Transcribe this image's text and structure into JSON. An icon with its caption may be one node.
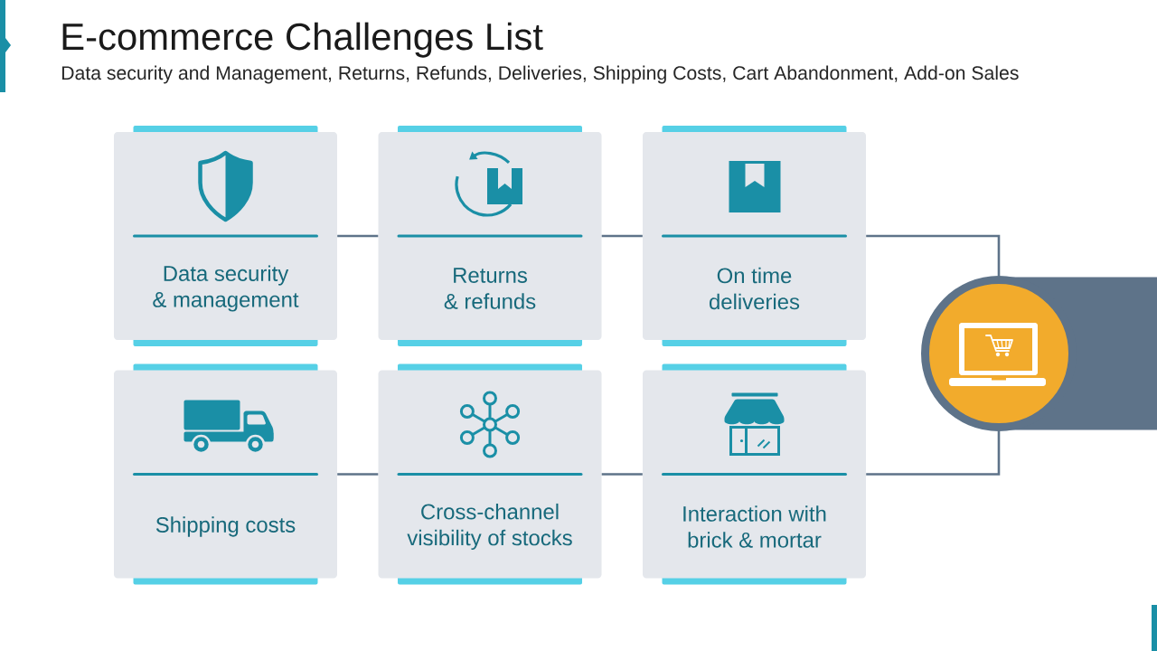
{
  "diagram": {
    "title": "E-commerce Challenges List",
    "nodes": [
      {
        "text": [
          "Data security & management"
        ]
      },
      {
        "text": [
          "Returns & refunds"
        ]
      },
      {
        "text": [
          "On time deliveries"
        ]
      },
      {
        "text": [
          "Shipping costs"
        ]
      },
      {
        "text": [
          "Cross-channel visibility of stocks"
        ]
      },
      {
        "text": [
          "Interaction with brick & mortar"
        ]
      },
      {
        "text": [],
        "shape": "circle"
      }
    ],
    "edges": [
      {
        "from": 0,
        "to": 1,
        "arrow": "none"
      },
      {
        "from": 1,
        "to": 2,
        "arrow": "none"
      },
      {
        "from": 2,
        "to": 6,
        "arrow": "none"
      },
      {
        "from": 3,
        "to": 4,
        "arrow": "none"
      },
      {
        "from": 4,
        "to": 5,
        "arrow": "none"
      },
      {
        "from": 5,
        "to": 6,
        "arrow": "none"
      }
    ],
    "labels": [
      "Data security and Management, Returns, Refunds, Deliveries, Shipping Costs, Cart Abandonment, Add-on Sales"
    ]
  }
}
